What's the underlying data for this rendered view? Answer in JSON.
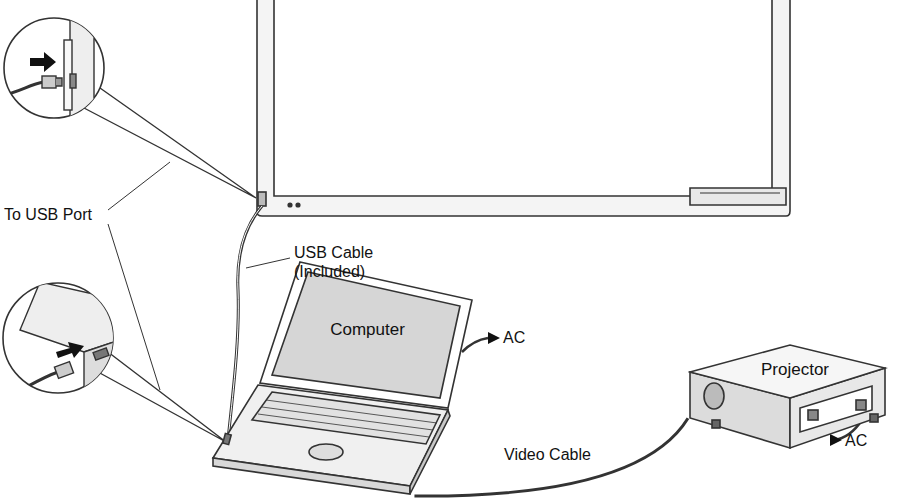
{
  "diagram": {
    "nodes": [
      {
        "text": [
          "Computer"
        ]
      },
      {
        "text": [
          "Projector"
        ]
      }
    ],
    "edges": [
      {
        "from": 0,
        "to": 1,
        "arrow": "none",
        "label": "Video Cable"
      }
    ],
    "labels": [
      "To USB Port",
      "USB Cable (Included)",
      "AC",
      "AC"
    ]
  }
}
